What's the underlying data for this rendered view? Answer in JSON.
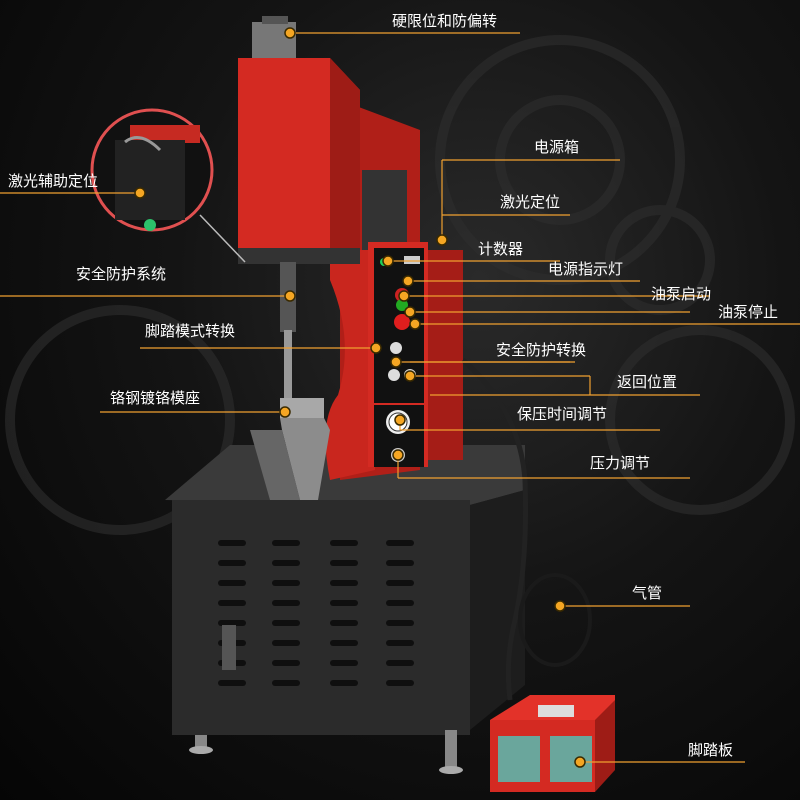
{
  "labels": {
    "hard_limit": "硬限位和防偏转",
    "laser_assist": "激光辅助定位",
    "power_box": "电源箱",
    "laser_position": "激光定位",
    "counter": "计数器",
    "power_indicator": "电源指示灯",
    "pump_start": "油泵启动",
    "pump_stop": "油泵停止",
    "safety_system": "安全防护系统",
    "pedal_mode": "脚踏模式转换",
    "safety_switch": "安全防护转换",
    "return_position": "返回位置",
    "mold_base": "铬钢镀铬模座",
    "hold_time": "保压时间调节",
    "pressure_adjust": "压力调节",
    "air_pipe": "气管",
    "foot_pedal": "脚踏板"
  },
  "colors": {
    "machine_red": "#d42a22",
    "leader_line": "#f0a030",
    "marker": "#f5a623",
    "body_dark": "#2b2b2b"
  }
}
